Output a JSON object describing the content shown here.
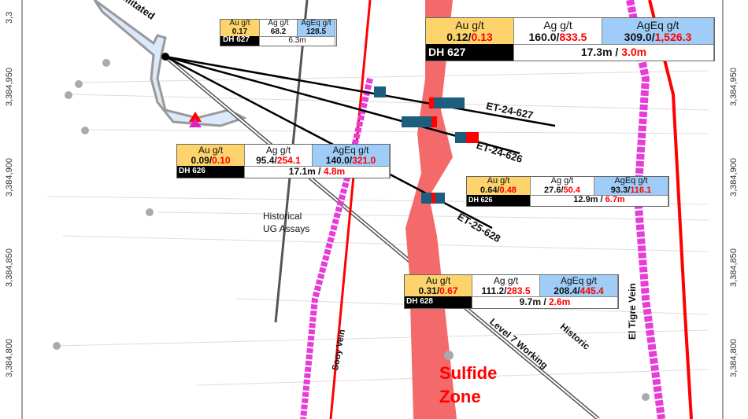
{
  "axis": {
    "left_ticks": [
      "3,384,950",
      "3,384,900",
      "3,384,850",
      "3,384,800"
    ],
    "right_ticks": [
      "3,384,950",
      "3,384,900",
      "3,384,850",
      "3,384,800"
    ],
    "top_partial": "3,3"
  },
  "labels": {
    "tunnel": "ullitated",
    "historical": "Historical",
    "historical2": "UG Assays",
    "hist_working1": "Historic",
    "hist_working2": "Level 7 Working",
    "sooy": "Sooy Vein",
    "tigre": "El Tigre Vein",
    "sulfide1": "Sulfide",
    "sulfide2": "Zone",
    "et627": "ET-24-627",
    "et626": "ET-24-626",
    "et628": "ET-25-628"
  },
  "boxes": [
    {
      "au_h": "Au g/t",
      "ag_h": "Ag g/t",
      "ageq_h": "AgEq g/t",
      "au": "0.17",
      "au2": "",
      "ag": "68.2",
      "ag2": "",
      "ageq": "128.5",
      "ageq2": "",
      "dh": "DH  627",
      "len": "6.3m",
      "len2": ""
    },
    {
      "au_h": "Au g/t",
      "ag_h": "Ag g/t",
      "ageq_h": "AgEq g/t",
      "au": "0.12/",
      "au2": "0.13",
      "ag": "160.0/",
      "ag2": "833.5",
      "ageq": "309.0/",
      "ageq2": "1,526.3",
      "dh": "DH 627",
      "len": "17.3m / ",
      "len2": "3.0m"
    },
    {
      "au_h": "Au g/t",
      "ag_h": "Ag g/t",
      "ageq_h": "AgEq g/t",
      "au": "0.09/",
      "au2": "0.10",
      "ag": "95.4/",
      "ag2": "254.1",
      "ageq": "140.0/",
      "ageq2": "321.0",
      "dh": "DH 626",
      "len": "17.1m / ",
      "len2": "4.8m"
    },
    {
      "au_h": "Au g/t",
      "ag_h": "Ag g/t",
      "ageq_h": "AgEq g/t",
      "au": "0.64/",
      "au2": "0.48",
      "ag": "27.6/",
      "ag2": "50.4",
      "ageq": "93.3/",
      "ageq2": "116.1",
      "dh": "DH 626",
      "len": "12.9m / ",
      "len2": "6.7m"
    },
    {
      "au_h": "Au g/t",
      "ag_h": "Ag g/t",
      "ageq_h": "AgEq g/t",
      "au": "0.31/",
      "au2": "0.67",
      "ag": "111.2/",
      "ag2": "283.5",
      "ageq": "208.4/",
      "ageq2": "445.4",
      "dh": "DH 628",
      "len": "9.7m / ",
      "len2": "2.6m"
    }
  ]
}
